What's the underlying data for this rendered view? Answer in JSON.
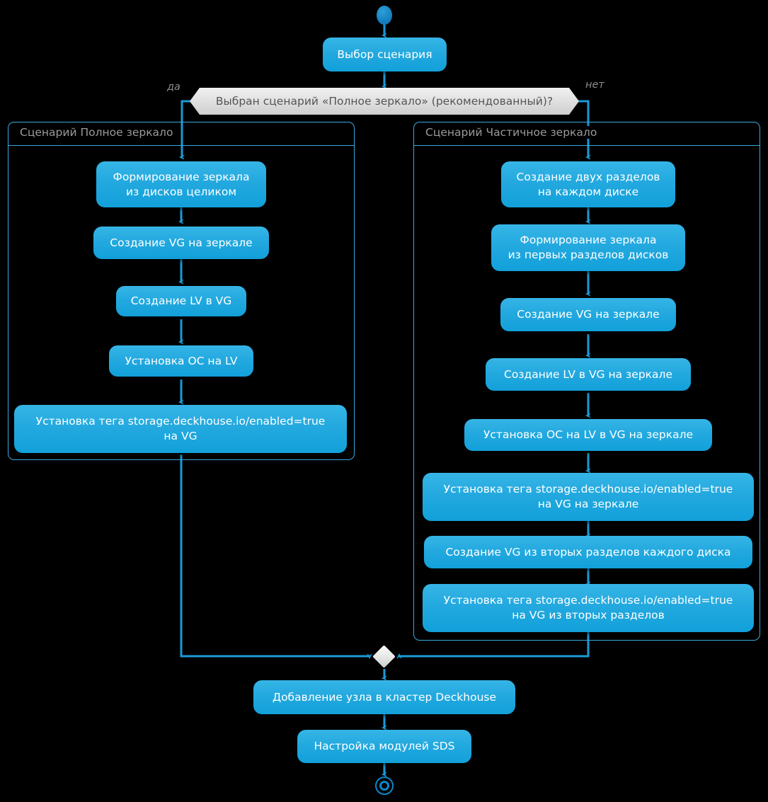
{
  "diagram": {
    "title": "Deckhouse SDS disk layout scenarios activity diagram",
    "colors": {
      "background": "#000000",
      "node_fill": "#23a9df",
      "node_text": "#ffffff",
      "edge": "#1a9ad7",
      "decision_fill": "#e3e3e3",
      "decision_text": "#555555",
      "partition_border": "#3aa8dd",
      "partition_title": "#9a9a9a",
      "branch_label": "#8d8d8d"
    },
    "start": {
      "name": "start-node"
    },
    "end": {
      "name": "end-node"
    },
    "first_activity": {
      "label": "Выбор сценария"
    },
    "decision": {
      "question": "Выбран сценарий «Полное зеркало» (рекомендованный)?",
      "yes_label": "да",
      "no_label": "нет"
    },
    "partitions": [
      {
        "title": "Сценарий Полное зеркало",
        "steps": [
          {
            "label": "Формирование зеркала\nиз дисков целиком"
          },
          {
            "label": "Создание VG на зеркале"
          },
          {
            "label": "Создание LV в VG"
          },
          {
            "label": "Установка ОС на LV"
          },
          {
            "label": "Установка тега storage.deckhouse.io/enabled=true\nна VG"
          }
        ]
      },
      {
        "title": "Сценарий Частичное зеркало",
        "steps": [
          {
            "label": "Создание двух разделов\nна каждом диске"
          },
          {
            "label": "Формирование зеркала\nиз первых разделов дисков"
          },
          {
            "label": "Создание VG на зеркале"
          },
          {
            "label": "Создание LV в VG на зеркале"
          },
          {
            "label": "Установка ОС на LV в VG на зеркале"
          },
          {
            "label": "Установка тега storage.deckhouse.io/enabled=true\nна VG на зеркале"
          },
          {
            "label": "Создание VG из вторых разделов каждого диска"
          },
          {
            "label": "Установка тега storage.deckhouse.io/enabled=true\nна VG из вторых разделов"
          }
        ]
      }
    ],
    "merge": {
      "name": "merge-diamond"
    },
    "final_steps": [
      {
        "label": "Добавление узла в кластер Deckhouse"
      },
      {
        "label": "Настройка модулей SDS"
      }
    ]
  }
}
